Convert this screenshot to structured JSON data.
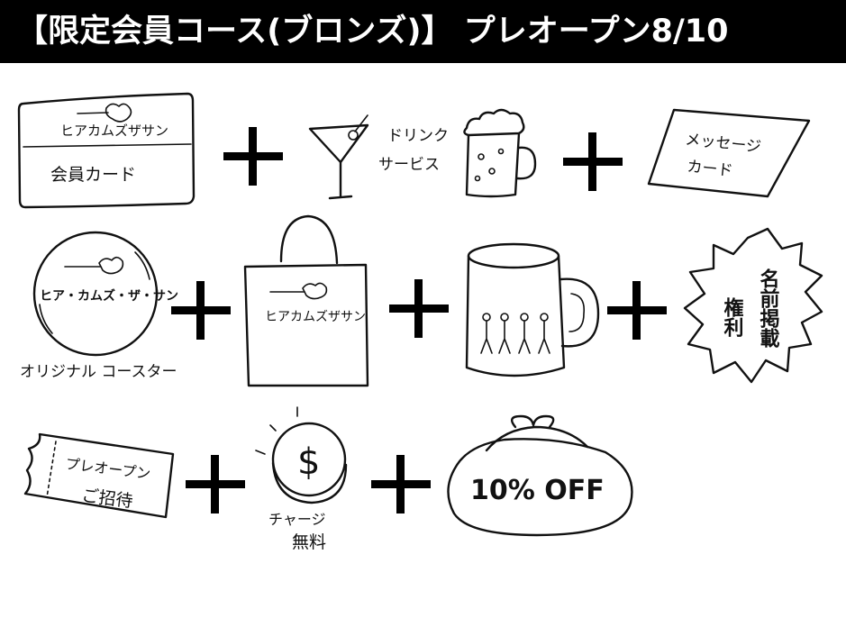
{
  "header": {
    "title": "【限定会員コース(ブロンズ)】 プレオープン8/10",
    "background_color": "#000000",
    "text_color": "#ffffff"
  },
  "items": {
    "member_card": {
      "brand": "ヒアカムズザサン",
      "label": "会員カード"
    },
    "drink_service": {
      "line1": "ドリンク",
      "line2": "サービス"
    },
    "message_card": {
      "line1": "メッセージ",
      "line2": "カード"
    },
    "coaster": {
      "brand": "ヒア・カムズ・ザ・サン",
      "caption": "オリジナル コースター"
    },
    "tote_bag": {
      "brand": "ヒアカムズザサン"
    },
    "mug": {},
    "name_listing": {
      "col_right": "名前掲載",
      "col_left": "権利"
    },
    "preopen_invite": {
      "line1": "プレオープン",
      "line2": "ご招待"
    },
    "free_charge": {
      "symbol": "$",
      "line1": "チャージ",
      "line2": "無料"
    },
    "discount": {
      "label": "10% OFF"
    }
  },
  "icons": [
    "plus-icon",
    "cocktail-glass-icon",
    "beer-mug-icon",
    "record-icon",
    "tote-bag-icon",
    "mug-icon",
    "ticket-icon",
    "coin-icon",
    "coin-purse-icon"
  ]
}
